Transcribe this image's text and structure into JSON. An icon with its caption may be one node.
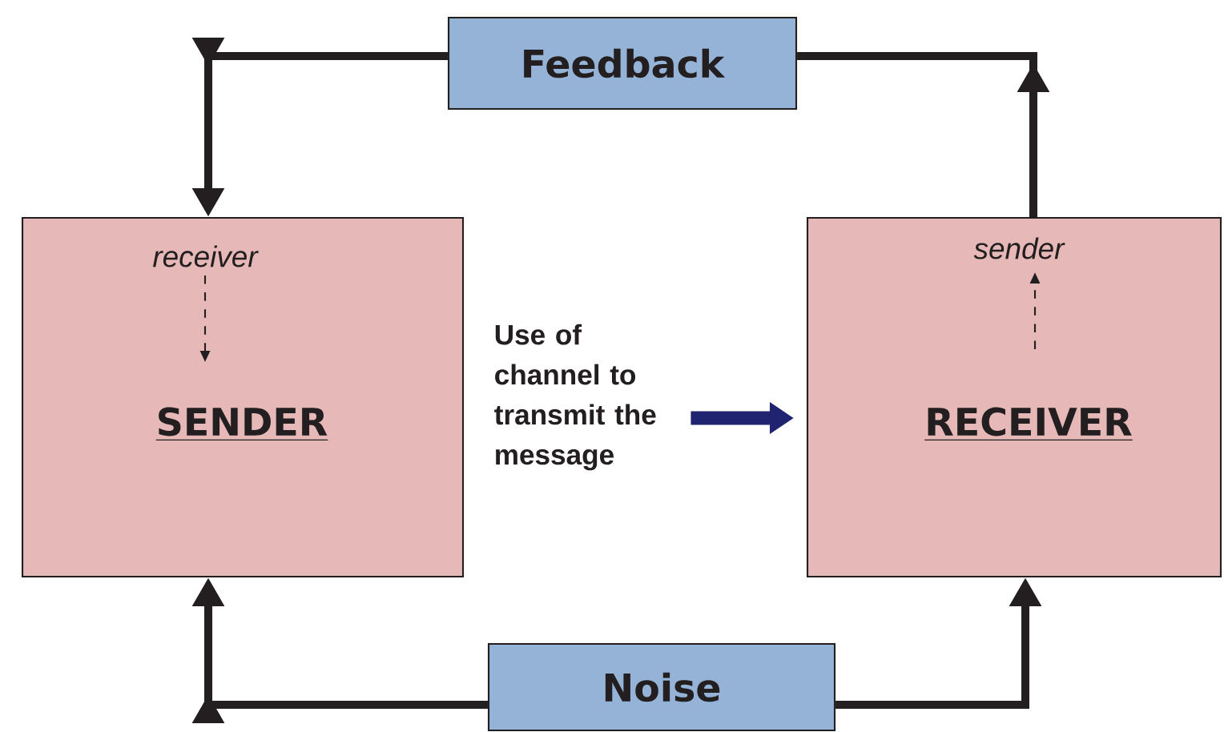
{
  "diagram": {
    "nodes": [
      {
        "text": [
          "receiver",
          "SENDER"
        ]
      },
      {
        "text": [
          "sender",
          "RECEIVER"
        ]
      },
      {
        "text": [
          "Feedback"
        ]
      },
      {
        "text": [
          "Noise"
        ]
      },
      {
        "text": [
          "Use of channel to transmit the message"
        ]
      }
    ],
    "edges": [
      {
        "from": 1,
        "to": 2,
        "arrow": "to"
      },
      {
        "from": 2,
        "to": 0,
        "arrow": "to"
      },
      {
        "from": 3,
        "to": 0,
        "arrow": "to"
      },
      {
        "from": 3,
        "to": 1,
        "arrow": "to"
      },
      {
        "from": 4,
        "to": 1,
        "arrow": "to",
        "color": "#1f2370"
      }
    ]
  }
}
